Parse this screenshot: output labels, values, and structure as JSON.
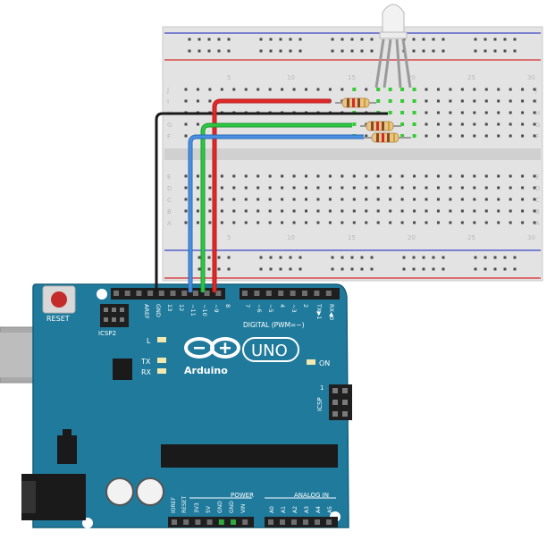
{
  "board": {
    "brand": "Arduino",
    "model": "UNO",
    "reset_label": "RESET",
    "icsp2_label": "ICSP2",
    "icsp_label": "ICSP",
    "on_label": "ON",
    "l_label": "L",
    "tx_label": "TX",
    "rx_label": "RX",
    "digital_label": "DIGITAL (PWM=~)",
    "power_label": "POWER",
    "analog_label": "ANALOG IN",
    "icsp_pin1": "1",
    "top_pins": [
      "AREF",
      "GND",
      "13",
      "12",
      "~11",
      "~10",
      "~9",
      "8",
      "7",
      "~6",
      "~5",
      "4",
      "~3",
      "2",
      "TX▶1",
      "RX◀0"
    ],
    "power_pins": [
      "IOREF",
      "RESET",
      "3V3",
      "5V",
      "GND",
      "GND",
      "VIN"
    ],
    "analog_pins": [
      "A0",
      "A1",
      "A2",
      "A3",
      "A4",
      "A5"
    ],
    "colors": {
      "pcb": "#1f7a9c",
      "pcb_edge": "#15607c",
      "header": "#1f1f1f",
      "silk": "#ffffff"
    }
  },
  "breadboard": {
    "column_numbers": [
      "5",
      "10",
      "15",
      "20",
      "25",
      "30"
    ],
    "row_letters_top": [
      "J",
      "I",
      "H",
      "G",
      "F"
    ],
    "row_letters_bottom": [
      "E",
      "D",
      "C",
      "B",
      "A"
    ],
    "colors": {
      "body": "#e2e2e2",
      "hole": "#4a4a4a",
      "rail_red": "#d62828",
      "rail_blue": "#3b46c4",
      "active": "#33cc33"
    }
  },
  "components": {
    "led": {
      "type": "RGB LED (common cathode)",
      "legs": 4
    },
    "resistors": 3
  },
  "wires": [
    {
      "name": "gnd-wire",
      "pin": "GND",
      "color": "#1a1a1a"
    },
    {
      "name": "red-wire",
      "pin": "~9",
      "color": "#d32020"
    },
    {
      "name": "green-wire",
      "pin": "~10",
      "color": "#25b53a"
    },
    {
      "name": "blue-wire",
      "pin": "~11",
      "color": "#3a7fd6"
    }
  ]
}
